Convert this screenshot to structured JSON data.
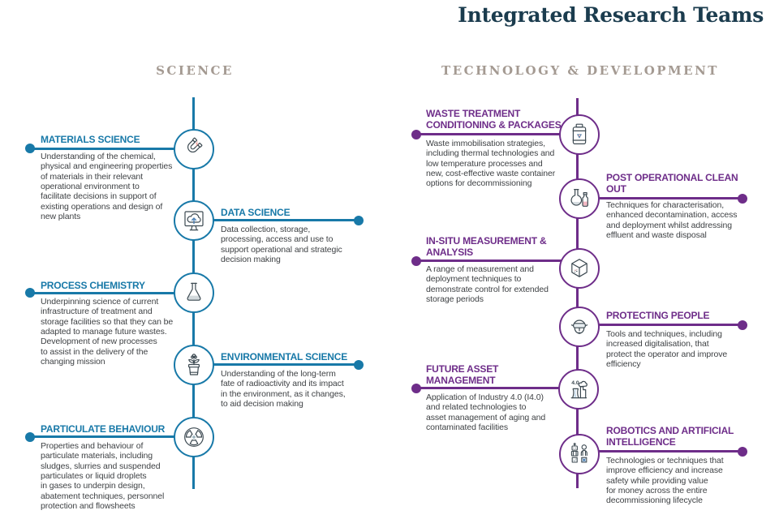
{
  "title": "Integrated Research Teams",
  "colors": {
    "science_accent": "#1879A8",
    "technology_accent": "#6E2D89",
    "title_color": "#1B3C4E",
    "section_label_color": "#A49A92",
    "body_text_color": "#3F4245",
    "icon_stroke": "#3D4A52",
    "icon_blue_accent": "#4A7FB5",
    "icon_pink_accent": "#F0A29C"
  },
  "columns": [
    {
      "id": "science",
      "label": "SCIENCE",
      "items": [
        {
          "title": "MATERIALS SCIENCE",
          "icon": "magnet-icon",
          "description": "Understanding of the chemical,\nphysical and engineering properties\nof materials in their relevant\noperational environment to\nfacilitate decisions in support of\nexisting operations and design of\nnew plants"
        },
        {
          "title": "DATA SCIENCE",
          "icon": "computer-cloud-icon",
          "description": "Data collection, storage,\nprocessing, access and use to\nsupport operational and strategic\ndecision making"
        },
        {
          "title": "PROCESS CHEMISTRY",
          "icon": "flask-icon",
          "description": "Underpinning science of current\ninfrastructure of treatment and\nstorage facilities so that they can be\nadapted to manage future wastes.\nDevelopment of new processes\nto assist in the delivery of the\nchanging mission"
        },
        {
          "title": "ENVIRONMENTAL SCIENCE",
          "icon": "plant-pot-icon",
          "description": "Understanding of the long-term\nfate of radioactivity and its impact\nin the environment, as it changes,\nto aid decision making"
        },
        {
          "title": "PARTICULATE BEHAVIOUR",
          "icon": "radiation-icon",
          "description": "Properties and behaviour of\nparticulate materials, including\nsludges, slurries and suspended\nparticulates or liquid droplets\nin gases to underpin design,\nabatement techniques, personnel\nprotection and flowsheets"
        }
      ]
    },
    {
      "id": "technology",
      "label": "TECHNOLOGY & DEVELOPMENT",
      "items": [
        {
          "title": "WASTE TREATMENT\nCONDITIONING & PACKAGES",
          "icon": "waste-drum-icon",
          "description": "Waste immobilisation strategies,\nincluding thermal technologies and\nlow temperature processes and\nnew, cost-effective waste container\noptions for decommissioning"
        },
        {
          "title": "POST OPERATIONAL CLEAN\nOUT",
          "icon": "flask-bottle-icon",
          "description": "Techniques for characterisation,\nenhanced decontamination, access\nand deployment whilst addressing\neffluent and waste disposal"
        },
        {
          "title": "IN-SITU MEASUREMENT &\nANALYSIS",
          "icon": "cube-icon",
          "description": "A range of measurement and\ndeployment techniques to\ndemonstrate control for extended\nstorage periods"
        },
        {
          "title": "PROTECTING PEOPLE",
          "icon": "safety-goggles-icon",
          "description": "Tools and techniques, including\nincreased digitalisation, that\nprotect the operator and improve\nefficiency"
        },
        {
          "title": "FUTURE ASSET\nMANAGEMENT",
          "icon": "industry-4-icon",
          "description": "Application of Industry 4.0 (I4.0)\nand related technologies to\nasset management of aging and\ncontaminated facilities"
        },
        {
          "title": "ROBOTICS AND ARTIFICIAL\nINTELLIGENCE",
          "icon": "robot-person-icon",
          "description": "Technologies or techniques that\nimprove efficiency and increase\nsafety while providing value\nfor money across the entire\ndecommissioning lifecycle"
        }
      ]
    }
  ]
}
